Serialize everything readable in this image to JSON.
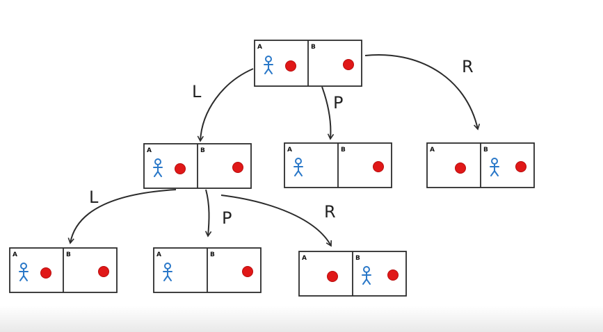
{
  "colors": {
    "stroke": "#2b2b2b",
    "agent": "#2a78c8",
    "dirt": "#e01818",
    "paper": "#ffffff"
  },
  "corner_labels": {
    "left": "A",
    "right": "B"
  },
  "edges": [
    {
      "from": "root",
      "to": "left",
      "label": "L"
    },
    {
      "from": "root",
      "to": "suck",
      "label": "P"
    },
    {
      "from": "root",
      "to": "right",
      "label": "R"
    },
    {
      "from": "left",
      "to": "left-left",
      "label": "L"
    },
    {
      "from": "left",
      "to": "left-suck",
      "label": "P"
    },
    {
      "from": "left",
      "to": "left-right",
      "label": "R"
    }
  ],
  "states": [
    {
      "id": "root",
      "agent": "A",
      "dirt_a": true,
      "dirt_b": true
    },
    {
      "id": "left",
      "agent": "A",
      "dirt_a": true,
      "dirt_b": true
    },
    {
      "id": "suck",
      "agent": "A",
      "dirt_a": false,
      "dirt_b": true
    },
    {
      "id": "right",
      "agent": "B",
      "dirt_a": true,
      "dirt_b": true
    },
    {
      "id": "left-left",
      "agent": "A",
      "dirt_a": true,
      "dirt_b": true
    },
    {
      "id": "left-suck",
      "agent": "A",
      "dirt_a": false,
      "dirt_b": true
    },
    {
      "id": "left-right",
      "agent": "B",
      "dirt_a": true,
      "dirt_b": true
    }
  ]
}
